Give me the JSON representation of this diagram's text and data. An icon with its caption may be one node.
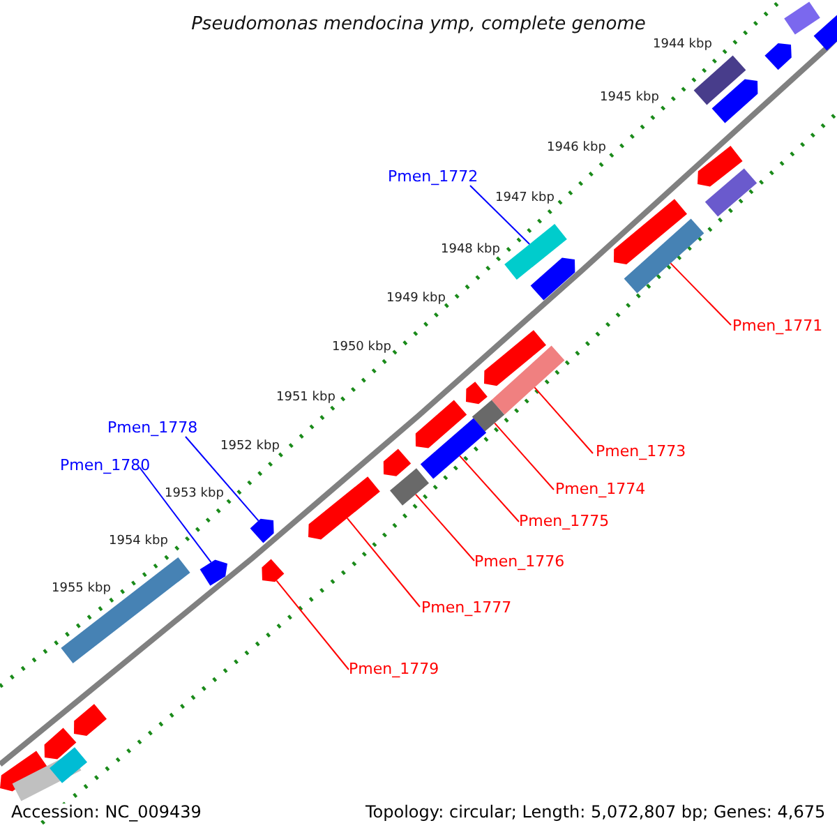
{
  "diagram": {
    "title": "Pseudomonas mendocina ymp, complete genome",
    "nodes": [
      {
        "text": [
          "Pmen_1772"
        ]
      },
      {
        "text": [],
        "shape": "bar"
      },
      {
        "text": [
          "Pmen_1771"
        ]
      },
      {
        "text": [],
        "shape": "bar"
      },
      {
        "text": [
          "Pmen_1773"
        ]
      },
      {
        "text": [],
        "shape": "bar"
      },
      {
        "text": [
          "Pmen_1774"
        ]
      },
      {
        "text": [],
        "shape": "bar"
      },
      {
        "text": [
          "Pmen_1775"
        ]
      },
      {
        "text": [],
        "shape": "bar"
      },
      {
        "text": [
          "Pmen_1778"
        ]
      },
      {
        "text": [],
        "shape": "bar"
      },
      {
        "text": [
          "Pmen_1776"
        ]
      },
      {
        "text": [],
        "shape": "bar"
      },
      {
        "text": [
          "Pmen_1780"
        ]
      },
      {
        "text": [],
        "shape": "bar"
      },
      {
        "text": [
          "Pmen_1777"
        ]
      },
      {
        "text": [],
        "shape": "bar"
      },
      {
        "text": [
          "Pmen_1779"
        ]
      },
      {
        "text": [],
        "shape": "bar"
      },
      {
        "text": [],
        "shape": "bar"
      },
      {
        "text": [],
        "shape": "bar"
      },
      {
        "text": [],
        "shape": "bar"
      },
      {
        "text": [],
        "shape": "bar"
      },
      {
        "text": [],
        "shape": "bar"
      },
      {
        "text": [],
        "shape": "bar"
      },
      {
        "text": [],
        "shape": "bar"
      },
      {
        "text": [],
        "shape": "bar"
      },
      {
        "text": [],
        "shape": "bar"
      },
      {
        "text": [],
        "shape": "bar"
      },
      {
        "text": [],
        "shape": "bar"
      },
      {
        "text": [],
        "shape": "bar"
      },
      {
        "text": [],
        "shape": "bar"
      },
      {
        "text": [],
        "shape": "bar"
      },
      {
        "text": [],
        "shape": "bar"
      },
      {
        "text": [],
        "shape": "bar"
      },
      {
        "text": [],
        "shape": "bar"
      },
      {
        "text": [],
        "shape": "bar"
      },
      {
        "text": [],
        "shape": "bar"
      }
    ],
    "edges": [
      {
        "from": 0,
        "to": 1,
        "arrow": "none",
        "color": "#0000ff"
      },
      {
        "from": 2,
        "to": 3,
        "arrow": "none"
      },
      {
        "from": 4,
        "to": 5,
        "arrow": "none"
      },
      {
        "from": 6,
        "to": 7,
        "arrow": "none"
      },
      {
        "from": 8,
        "to": 9,
        "arrow": "none"
      },
      {
        "from": 10,
        "to": 11,
        "arrow": "none",
        "color": "#0000ff"
      },
      {
        "from": 12,
        "to": 13,
        "arrow": "none"
      },
      {
        "from": 14,
        "to": 15,
        "arrow": "none",
        "color": "#0000ff"
      },
      {
        "from": 16,
        "to": 17,
        "arrow": "none"
      },
      {
        "from": 18,
        "to": 19,
        "arrow": "none"
      }
    ],
    "labels": [
      "1944 kbp",
      "1945 kbp",
      "1946 kbp",
      "1947 kbp",
      "1948 kbp",
      "1949 kbp",
      "1950 kbp",
      "1951 kbp",
      "1952 kbp",
      "1953 kbp",
      "1954 kbp",
      "1955 kbp",
      "Accession: NC_009439",
      "Topology: circular; Length: 5,072,807 bp; Genes: 4,675"
    ]
  }
}
